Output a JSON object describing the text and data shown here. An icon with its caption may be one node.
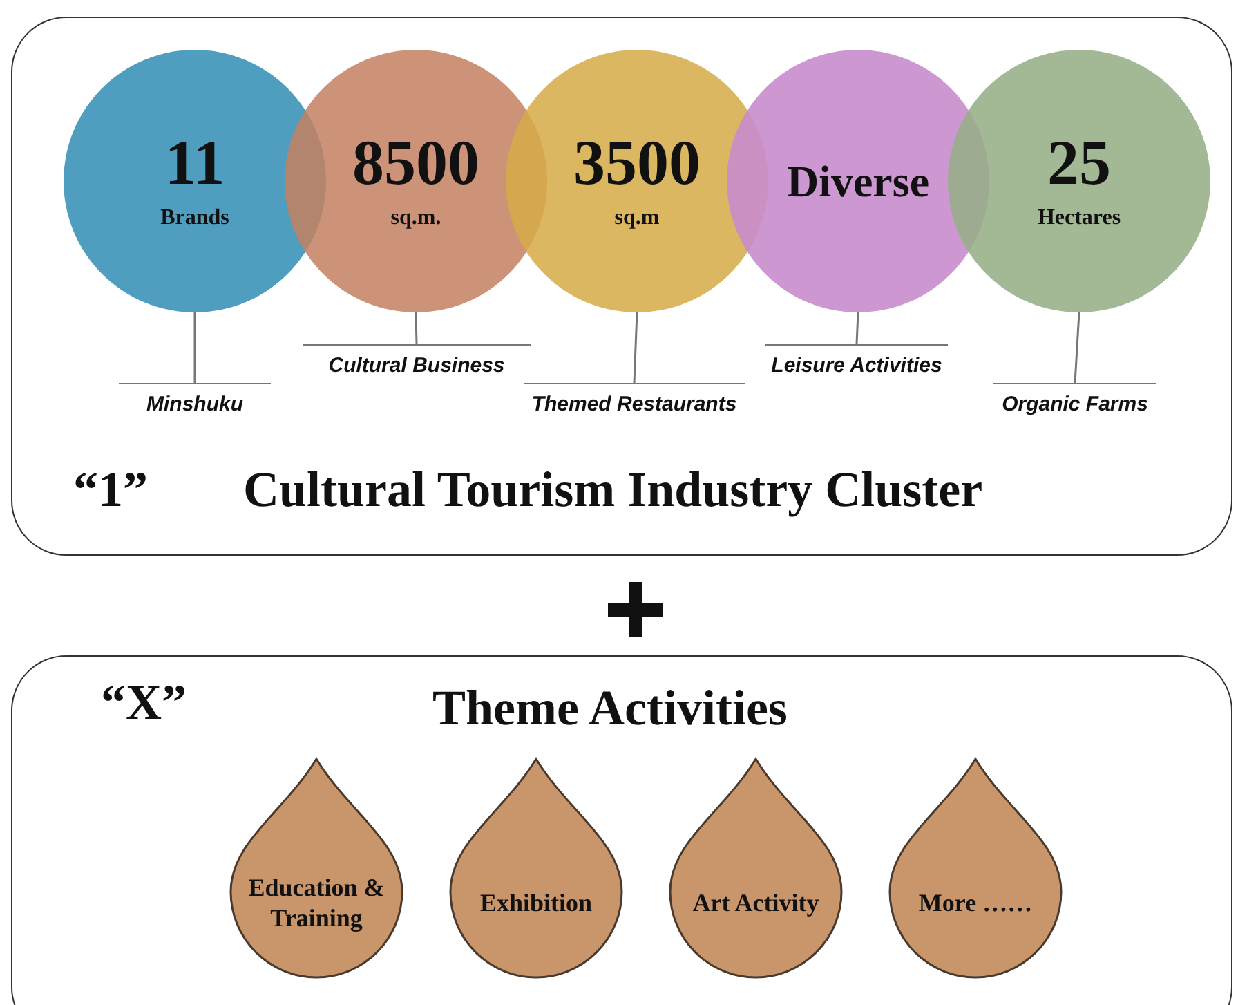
{
  "diagram": {
    "nodes": [
      {
        "text": [
          "“1”",
          "Cultural Tourism Industry Cluster"
        ]
      },
      {
        "text": [
          "11",
          "Brands"
        ],
        "in": 0
      },
      {
        "text": [
          "8500",
          "sq.m."
        ],
        "in": 0
      },
      {
        "text": [
          "3500",
          "sq.m"
        ],
        "in": 0
      },
      {
        "text": [
          "Diverse"
        ],
        "in": 0
      },
      {
        "text": [
          "25",
          "Hectares"
        ],
        "in": 0
      },
      {
        "text": [
          "Minshuku"
        ],
        "in": 0
      },
      {
        "text": [
          "Cultural Business"
        ],
        "in": 0
      },
      {
        "text": [
          "Themed Restaurants"
        ],
        "in": 0
      },
      {
        "text": [
          "Leisure Activities"
        ],
        "in": 0
      },
      {
        "text": [
          "Organic Farms"
        ],
        "in": 0
      },
      {
        "text": [
          "“X”",
          "Theme Activities"
        ]
      },
      {
        "text": [
          "Education & Training"
        ],
        "in": 11
      },
      {
        "text": [
          "Exhibition"
        ],
        "in": 11
      },
      {
        "text": [
          "Art Activity"
        ],
        "in": 11
      },
      {
        "text": [
          "More ……"
        ],
        "in": 11
      }
    ],
    "edges": [
      {
        "from": 6,
        "to": 1,
        "arrow": "none"
      },
      {
        "from": 7,
        "to": 2,
        "arrow": "none"
      },
      {
        "from": 8,
        "to": 3,
        "arrow": "none"
      },
      {
        "from": 9,
        "to": 4,
        "arrow": "none"
      },
      {
        "from": 10,
        "to": 5,
        "arrow": "none"
      }
    ]
  }
}
